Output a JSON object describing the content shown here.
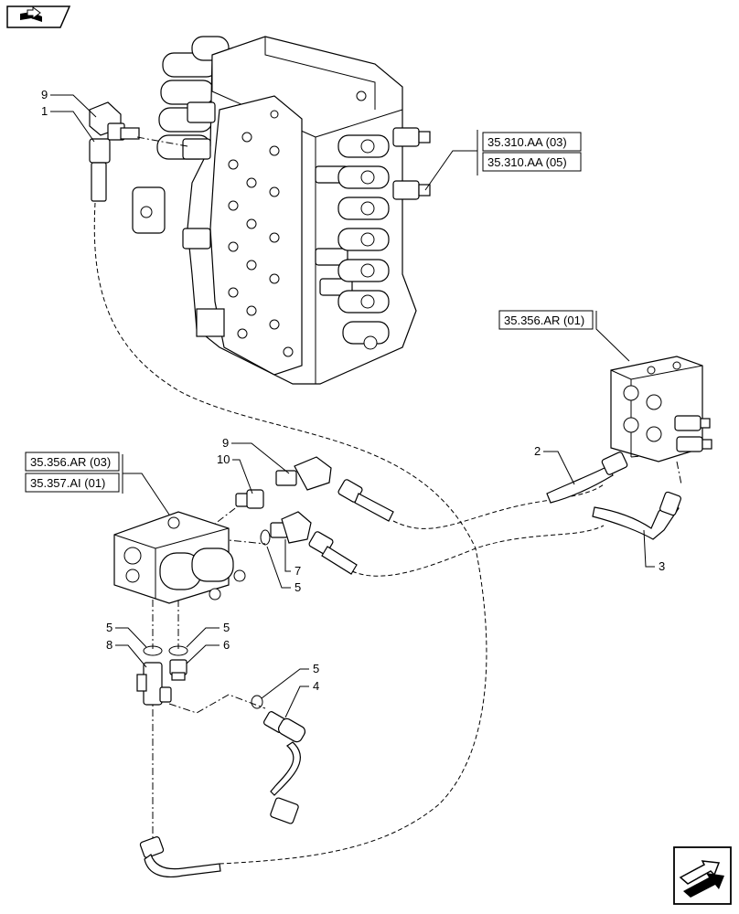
{
  "icons": {
    "top_left": "book-arrow-icon",
    "bottom_right": "next-page-arrow-icon"
  },
  "references": {
    "main_valve_1": "35.310.AA (03)",
    "main_valve_2": "35.310.AA (05)",
    "valve_block": "35.356.AR (01)",
    "solenoid_1": "35.356.AR (03)",
    "solenoid_2": "35.357.AI (01)"
  },
  "callouts": {
    "c9a": "9",
    "c1": "1",
    "c9b": "9",
    "c10": "10",
    "c2": "2",
    "c3": "3",
    "c7": "7",
    "c5a": "5",
    "c5b": "5",
    "c5c": "5",
    "c8": "8",
    "c6": "6",
    "c5d": "5",
    "c4": "4"
  }
}
